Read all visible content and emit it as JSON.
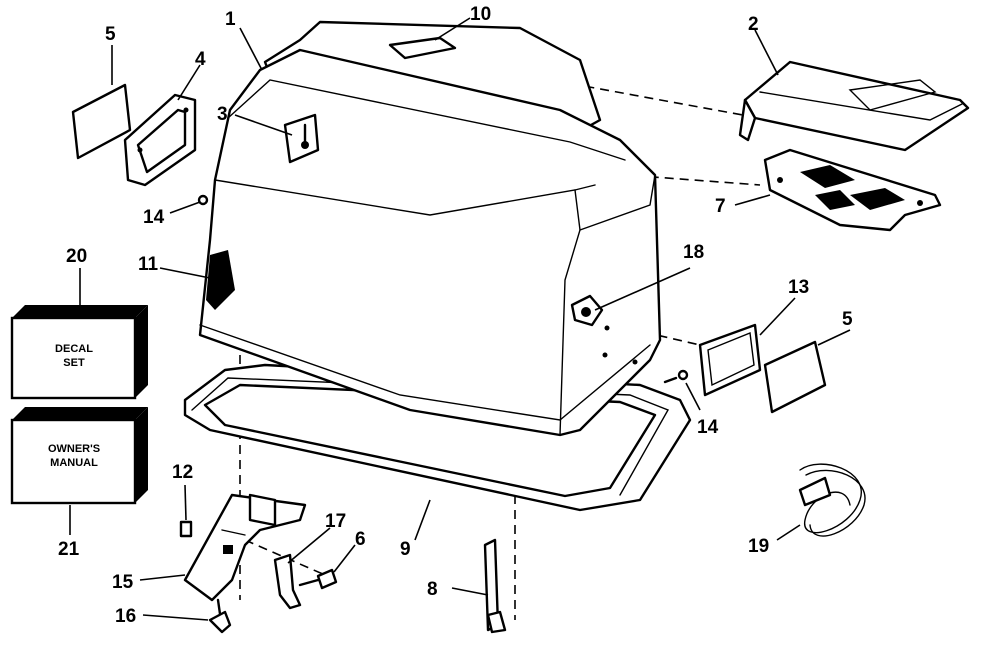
{
  "callouts": {
    "c1": "1",
    "c2": "2",
    "c3": "3",
    "c4": "4",
    "c5a": "5",
    "c5b": "5",
    "c6": "6",
    "c7": "7",
    "c8": "8",
    "c9": "9",
    "c10": "10",
    "c11": "11",
    "c12": "12",
    "c13": "13",
    "c14a": "14",
    "c14b": "14",
    "c15": "15",
    "c16": "16",
    "c17": "17",
    "c18": "18",
    "c19": "19",
    "c20": "20",
    "c21": "21"
  },
  "boxes": {
    "decal_line1": "DECAL",
    "decal_line2": "SET",
    "manual_line1": "OWNER'S",
    "manual_line2": "MANUAL"
  }
}
